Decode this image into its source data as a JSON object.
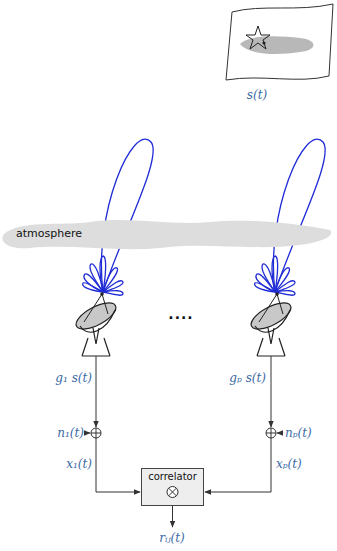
{
  "diagram": {
    "nodes": [
      {
        "text": [
          "correlator"
        ]
      }
    ],
    "labels": [
      "s(t)",
      "atmosphere",
      "····",
      "g₁ s(t)",
      "gₚ s(t)",
      "n₁(t)",
      "nₚ(t)",
      "x₁(t)",
      "xₚ(t)",
      "rᵢⱼ(t)"
    ]
  }
}
